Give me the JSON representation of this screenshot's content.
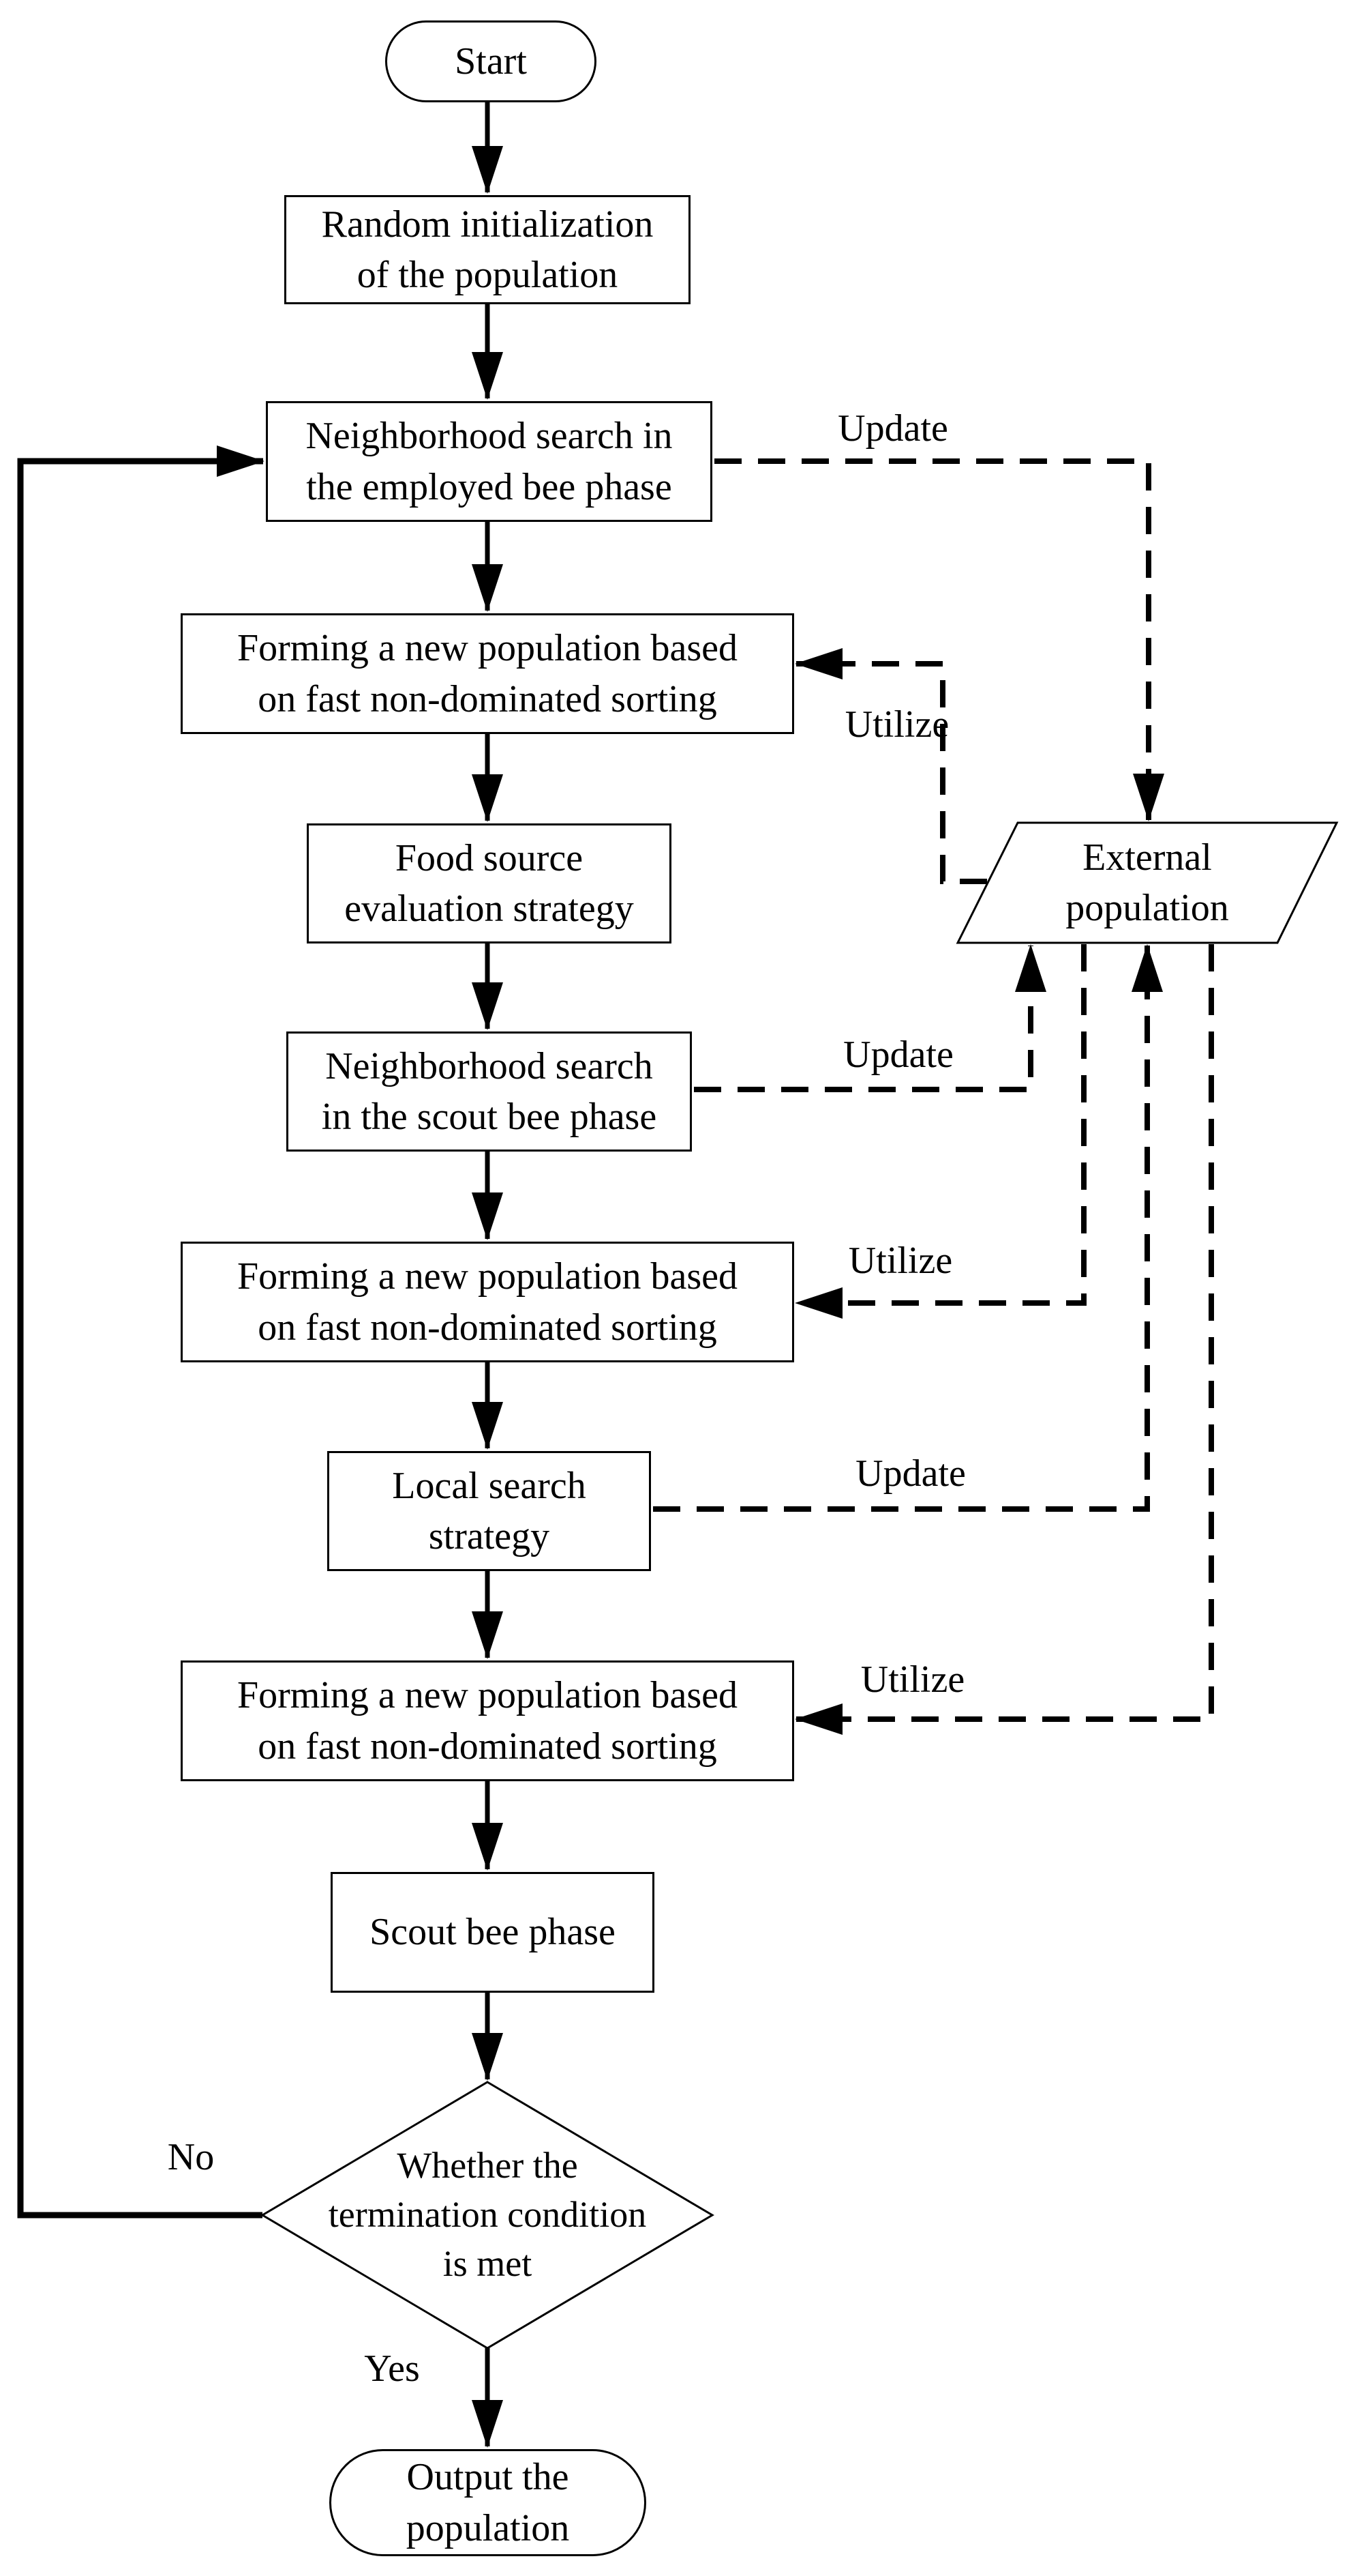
{
  "nodes": {
    "start": "Start",
    "random_init": "Random initialization\nof the population",
    "employed_search": "Neighborhood search in\nthe employed bee phase",
    "forming1": "Forming a new population based\non fast non-dominated sorting",
    "food_source": "Food source\nevaluation strategy",
    "external_population": "External\npopulation",
    "scout_search": "Neighborhood search\nin the scout bee phase",
    "forming2": "Forming a new population based\non fast non-dominated sorting",
    "local_search": "Local search\nstrategy",
    "forming3": "Forming a new population based\non fast non-dominated sorting",
    "scout_phase": "Scout bee phase",
    "termination": "Whether the\ntermination condition\nis met",
    "output": "Output the\npopulation"
  },
  "edge_labels": {
    "update1": "Update",
    "utilize1": "Utilize",
    "update2": "Update",
    "utilize2": "Utilize",
    "update3": "Update",
    "utilize3": "Utilize",
    "no": "No",
    "yes": "Yes"
  },
  "colors": {
    "stroke": "#000000",
    "background": "#ffffff"
  }
}
